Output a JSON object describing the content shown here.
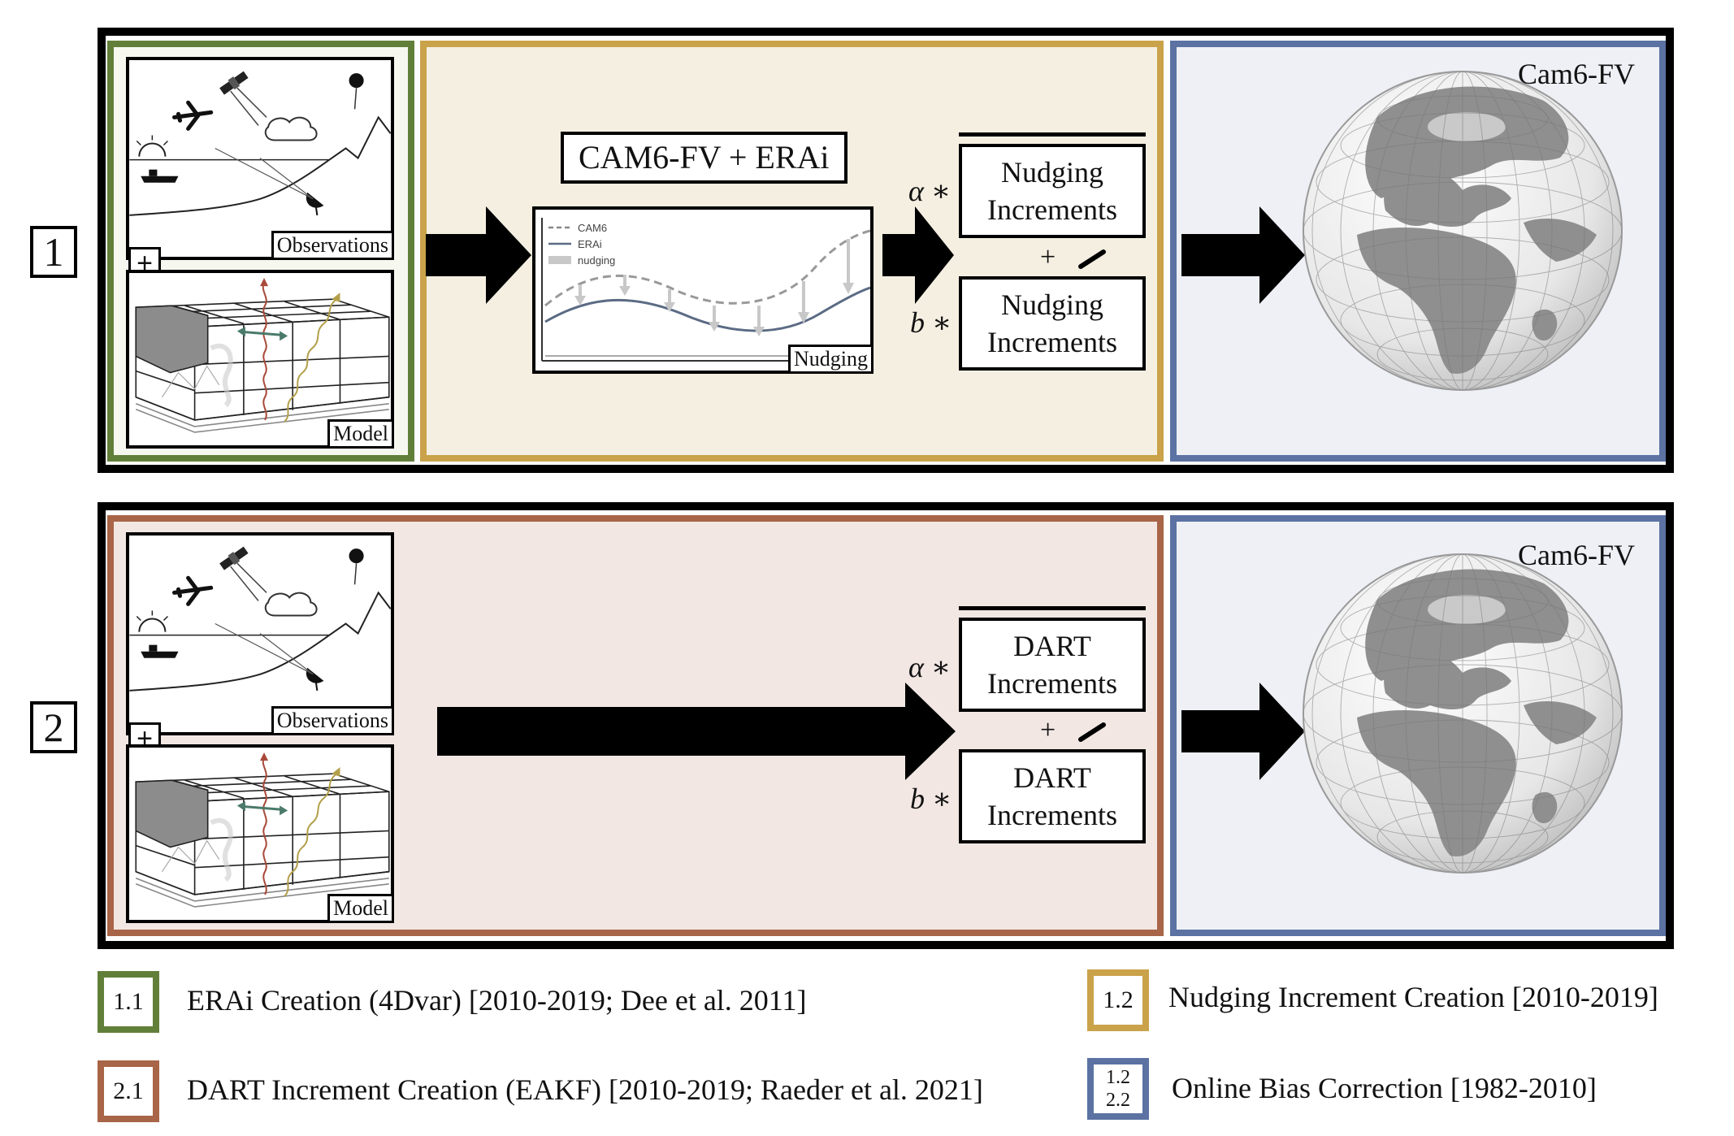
{
  "rows": [
    {
      "label": "1",
      "sketch_tags": {
        "observations": "Observations",
        "model": "Model"
      },
      "plus": "+",
      "title": "CAM6-FV + ERAi",
      "plot": {
        "legend": [
          "CAM6",
          "ERAi",
          "nudging"
        ],
        "tag": "Nudging"
      },
      "coef_a": "α ∗",
      "coef_b": "b ∗",
      "operator": "+",
      "increment_a": [
        "Nudging",
        "Increments"
      ],
      "increment_b": [
        "Nudging",
        "Increments"
      ],
      "model_label": "Cam6-FV"
    },
    {
      "label": "2",
      "sketch_tags": {
        "observations": "Observations",
        "model": "Model"
      },
      "plus": "+",
      "coef_a": "α ∗",
      "coef_b": "b ∗",
      "operator": "+",
      "increment_a": [
        "DART",
        "Increments"
      ],
      "increment_b": [
        "DART",
        "Increments"
      ],
      "model_label": "Cam6-FV"
    }
  ],
  "legend": [
    {
      "code": "1.1",
      "text": "ERAi Creation (4Dvar) [2010-2019; Dee et al. 2011]",
      "color": "#627f3a"
    },
    {
      "code": "1.2",
      "text": "Nudging Increment Creation [2010-2019]",
      "color": "#c9a24a"
    },
    {
      "code": "2.1",
      "text": "DART Increment Creation (EAKF) [2010-2019; Raeder et al. 2021]",
      "color": "#a86547"
    },
    {
      "code_lines": [
        "1.2",
        "2.2"
      ],
      "text": "Online Bias Correction [1982-2010]",
      "color": "#5b72a3"
    }
  ],
  "colors": {
    "observation_model_panel": "#627f3a",
    "nudging_panel": "#c9a24a",
    "dart_panel": "#a86547",
    "bias_correction_panel": "#5b72a3",
    "land": "#8f8f8f"
  }
}
